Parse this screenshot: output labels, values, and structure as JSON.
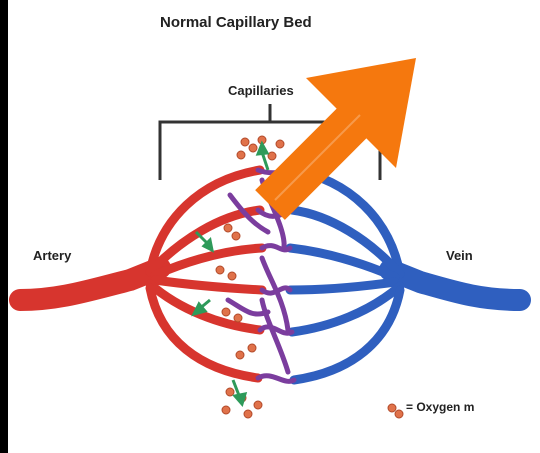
{
  "title": "Normal Capillary Bed",
  "labels": {
    "capillaries": "Capillaries",
    "artery": "Artery",
    "vein": "Vein"
  },
  "legend": {
    "text": "= Oxygen m",
    "icon": "oxygen-molecule-icon"
  },
  "colors": {
    "artery": "#d7352e",
    "vein": "#2f5fbf",
    "mix": "#7b3d9e",
    "oxygen": "#e0724a",
    "arrow_overlay": "#f5780e",
    "diffusion_arrow": "#2e9a5a"
  },
  "overlay": {
    "icon": "arrow-up-right-icon"
  }
}
